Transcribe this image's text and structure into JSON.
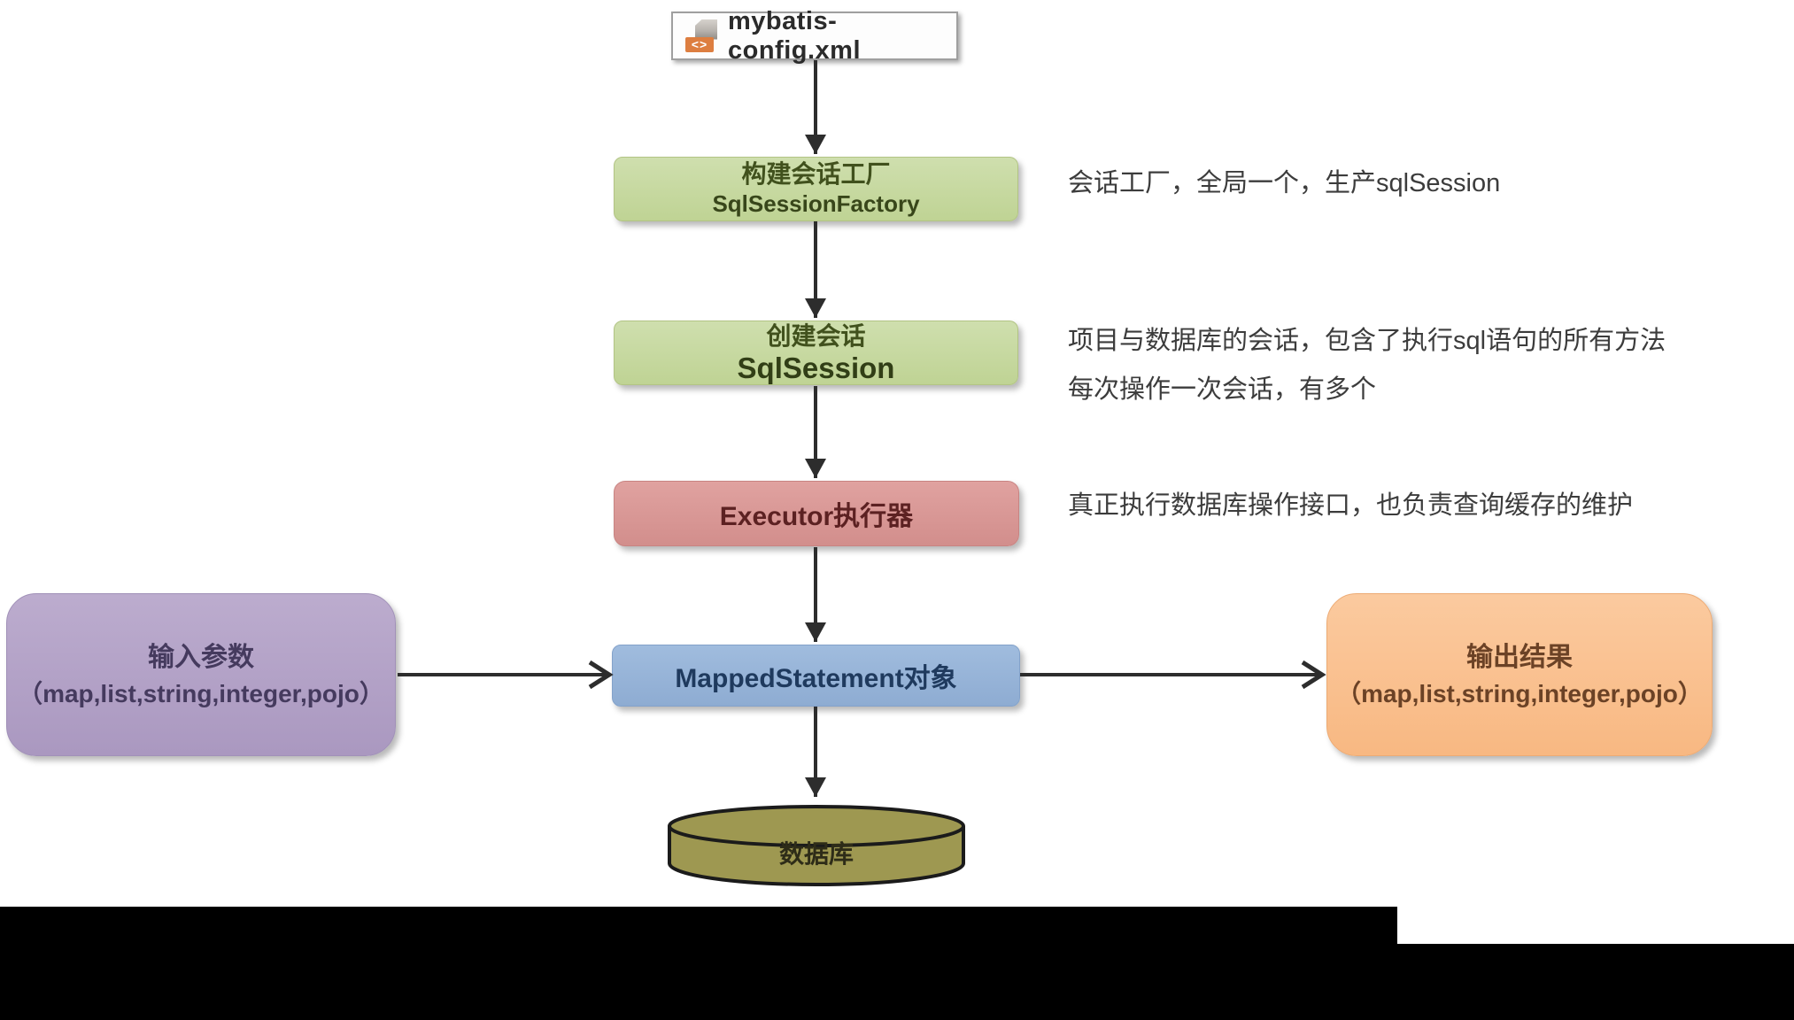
{
  "config_file": {
    "label": "mybatis-config.xml",
    "icon_glyph": "<>"
  },
  "nodes": {
    "factory": {
      "title": "构建会话工厂",
      "subtitle": "SqlSessionFactory"
    },
    "session": {
      "title": "创建会话",
      "subtitle": "SqlSession"
    },
    "executor": {
      "title": "Executor执行器"
    },
    "mapped_statement": {
      "title": "MappedStatement对象"
    },
    "input": {
      "title": "输入参数",
      "subtitle": "（map,list,string,integer,pojo）"
    },
    "output": {
      "title": "输出结果",
      "subtitle": "（map,list,string,integer,pojo）"
    },
    "database": {
      "title": "数据库"
    }
  },
  "annotations": {
    "factory": "会话工厂，全局一个，生产sqlSession",
    "session_line1": "项目与数据库的会话，包含了执行sql语句的所有方法",
    "session_line2": "每次操作一次会话，有多个",
    "executor": "真正执行数据库操作接口，也负责查询缓存的维护"
  },
  "colors": {
    "green_node": "#c3d69b",
    "red_node": "#d99694",
    "blue_node": "#95b3d7",
    "purple_node": "#b3a2c7",
    "orange_node": "#fac090",
    "database_cylinder": "#9e9851",
    "xml_icon_orange": "#dd7e40",
    "arrow": "#2d2d2d"
  }
}
